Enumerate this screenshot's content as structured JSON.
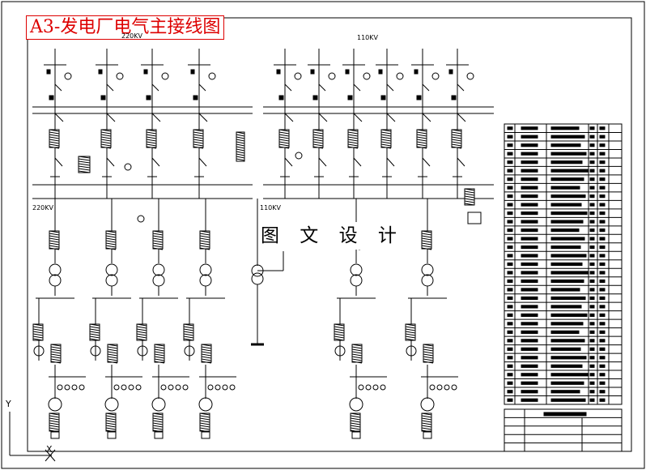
{
  "title": "A3-发电厂电气主接线图",
  "watermark": "图 文 设 计",
  "labels": {
    "bus_220_top": "220KV",
    "bus_220_left": "220KV",
    "bus_110_top": "110KV",
    "bus_110_left": "110KV"
  },
  "axis": {
    "y": "Y",
    "x": "X"
  },
  "colors": {
    "line": "#000000",
    "title_red": "#dd0000"
  }
}
